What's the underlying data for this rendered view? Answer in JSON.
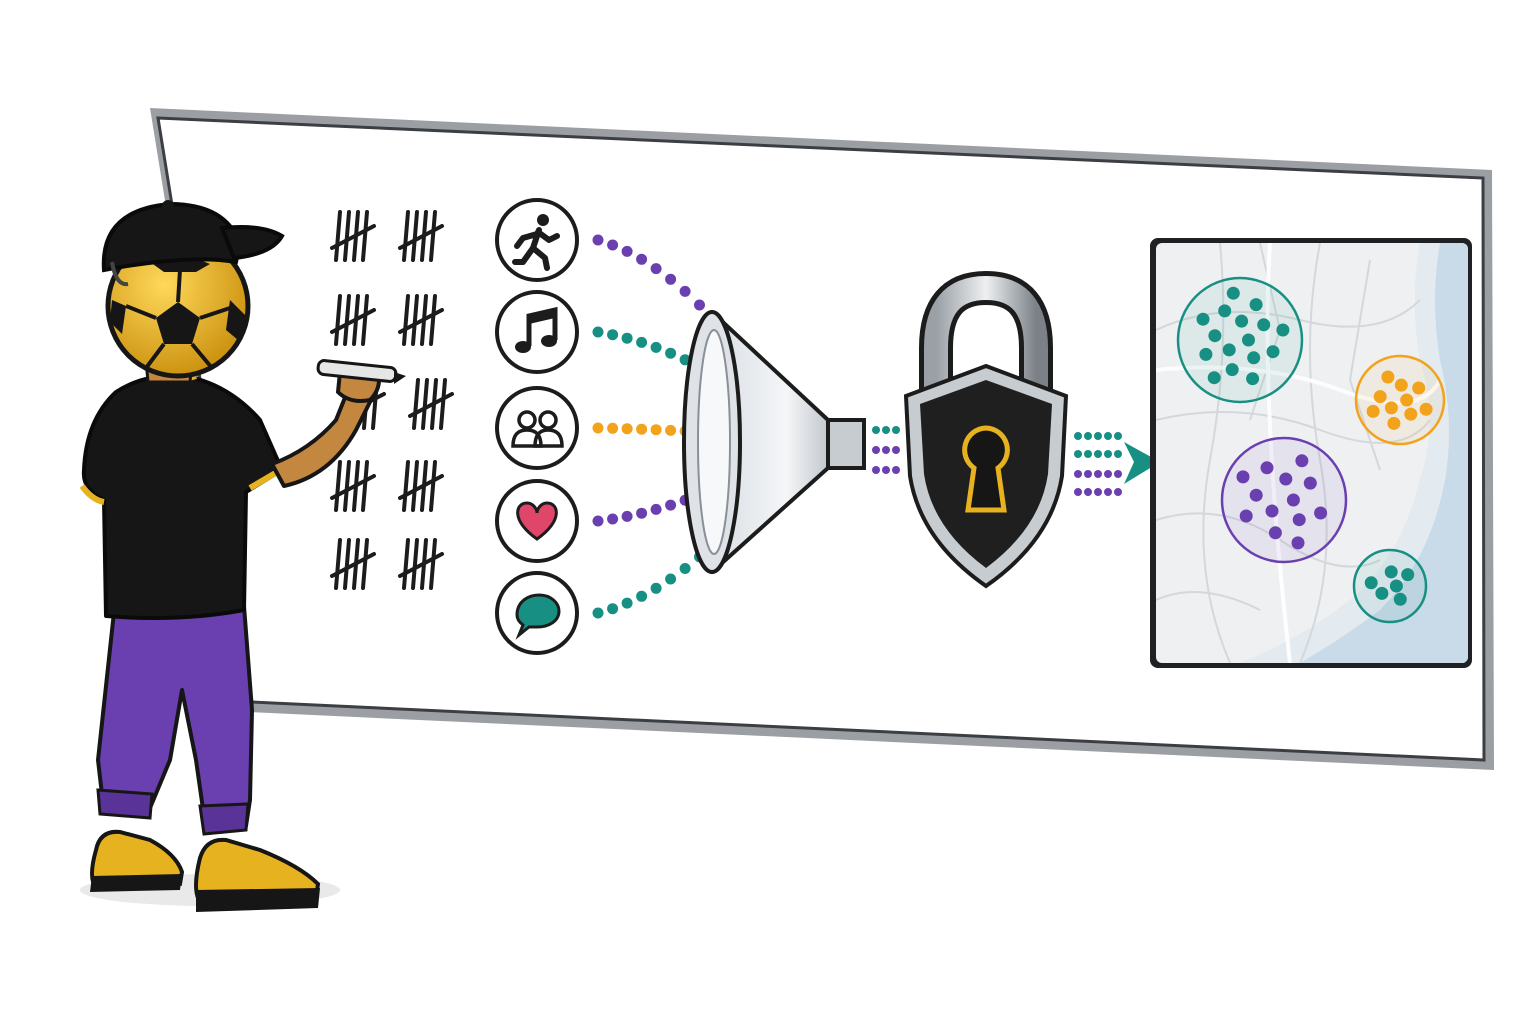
{
  "scene": {
    "kind": "illustration",
    "theme_colors": {
      "purple": "#6a3fb0",
      "teal": "#178f83",
      "orange": "#f2a21b",
      "gold": "#e7b21f",
      "black": "#161616",
      "heart": "#e0456a",
      "water": "#c9dbe8",
      "map_land": "#eef0f2"
    }
  },
  "diagram": {
    "left_group": {
      "element": "tally-marks",
      "rows": 5,
      "columns": 2,
      "marks_per_group": 5
    },
    "sources": [
      {
        "icon": "running-person-icon",
        "flow_color": "#6a3fb0"
      },
      {
        "icon": "music-note-icon",
        "flow_color": "#178f83"
      },
      {
        "icon": "people-icon",
        "flow_color": "#f2a21b"
      },
      {
        "icon": "heart-icon",
        "flow_color": "#6a3fb0"
      },
      {
        "icon": "chat-bubble-icon",
        "flow_color": "#178f83"
      }
    ],
    "processor": {
      "icon": "funnel-icon"
    },
    "security": {
      "icon": "padlock-shield-icon"
    },
    "output": {
      "icon": "map-icon",
      "clusters": [
        {
          "color": "#178f83",
          "points": 16
        },
        {
          "color": "#f2a21b",
          "points": 10
        },
        {
          "color": "#6a3fb0",
          "points": 13
        },
        {
          "color": "#178f83",
          "points": 6
        }
      ]
    }
  },
  "character": {
    "head": "soccer-ball-head",
    "cap": "black-cap",
    "shirt_color": "#161616",
    "pants_color": "#6a3fb0",
    "shoes_color": "#e7b21f",
    "holding": "marker"
  }
}
